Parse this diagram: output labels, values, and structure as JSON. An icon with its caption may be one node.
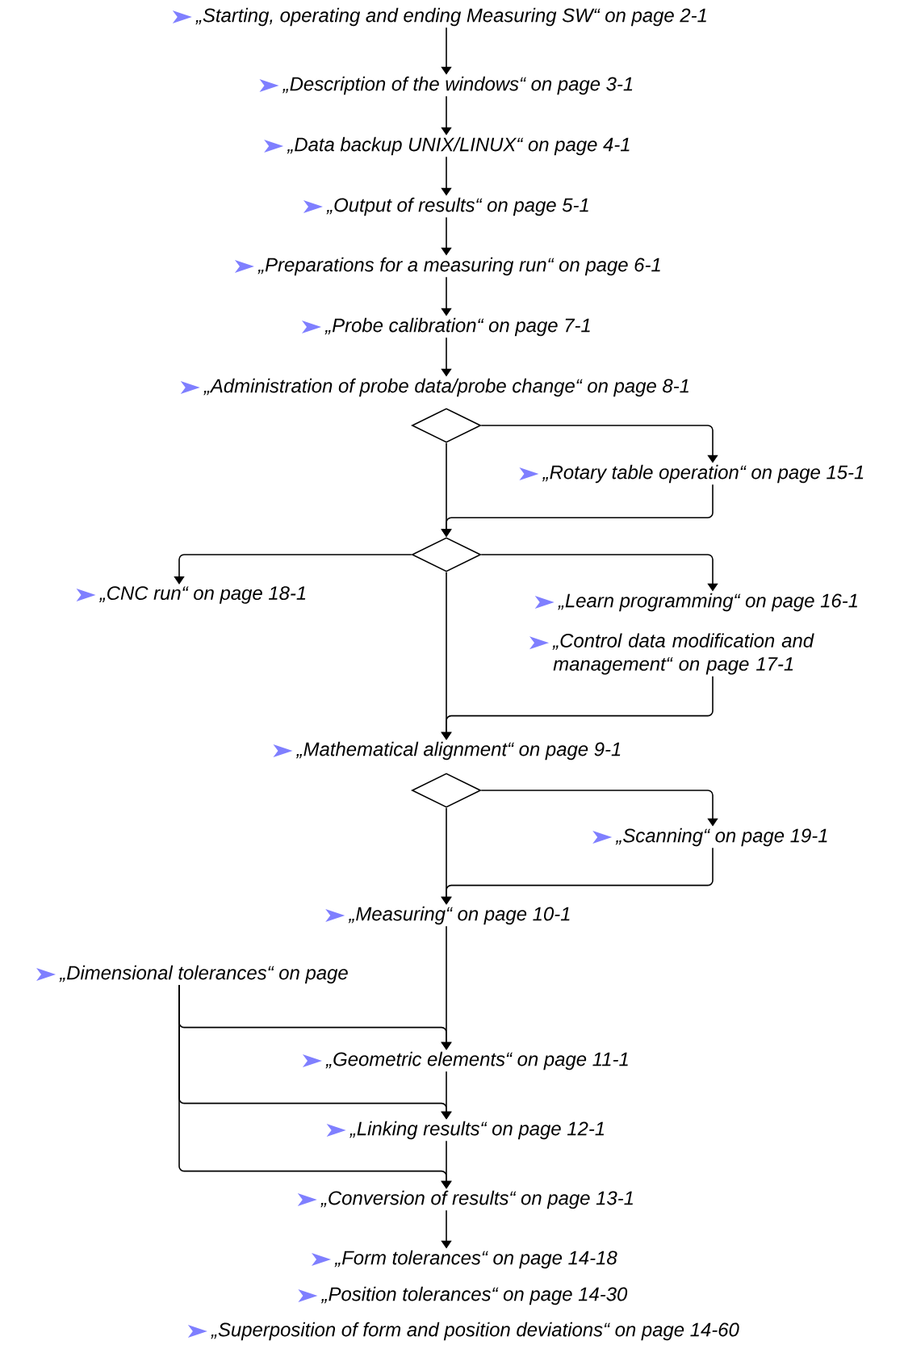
{
  "diagram": {
    "nodes": [
      {
        "text": [
          "„Starting, operating and ending Measuring SW“ on page 2-1"
        ]
      },
      {
        "text": [
          "„Description of the windows“ on page 3-1"
        ]
      },
      {
        "text": [
          "„Data backup UNIX/LINUX“ on page 4-1"
        ]
      },
      {
        "text": [
          "„Output of results“ on page 5-1"
        ]
      },
      {
        "text": [
          "„Preparations for a measuring run“ on page 6-1"
        ]
      },
      {
        "text": [
          "„Probe calibration“ on page 7-1"
        ]
      },
      {
        "text": [
          "„Administration of probe data/probe change“ on page 8-1"
        ]
      },
      {
        "text": [],
        "shape": "diamond"
      },
      {
        "text": [
          "„Rotary table operation“ on page 15-1"
        ]
      },
      {
        "text": [],
        "shape": "diamond"
      },
      {
        "text": [
          "„CNC run“ on page 18-1"
        ]
      },
      {
        "text": [
          "„Learn programming“ on page 16-1"
        ]
      },
      {
        "text": [
          "„Control data modification and management“ on page 17-1"
        ]
      },
      {
        "text": [
          "„Mathematical alignment“ on page 9-1"
        ]
      },
      {
        "text": [],
        "shape": "diamond"
      },
      {
        "text": [
          "„Scanning“ on page 19-1"
        ]
      },
      {
        "text": [
          "„Measuring“ on page 10-1"
        ]
      },
      {
        "text": [
          "„Dimensional tolerances“ on page"
        ]
      },
      {
        "text": [
          "„Geometric elements“ on page 11-1"
        ]
      },
      {
        "text": [
          "„Linking results“ on page 12-1"
        ]
      },
      {
        "text": [
          "„Conversion of results“ on page 13-1"
        ]
      },
      {
        "text": [
          "„Form tolerances“ on page 14-18"
        ]
      },
      {
        "text": [
          "„Position tolerances“ on page 14-30"
        ]
      },
      {
        "text": [
          "„Superposition of form and position deviations“ on page 14-60"
        ]
      }
    ],
    "edges": [
      {
        "from": 0,
        "to": 1,
        "arrow": "to"
      },
      {
        "from": 1,
        "to": 2,
        "arrow": "to"
      },
      {
        "from": 2,
        "to": 3,
        "arrow": "to"
      },
      {
        "from": 3,
        "to": 4,
        "arrow": "to"
      },
      {
        "from": 4,
        "to": 5,
        "arrow": "to"
      },
      {
        "from": 5,
        "to": 6,
        "arrow": "to"
      },
      {
        "from": 7,
        "to": 8,
        "arrow": "to"
      },
      {
        "from": 7,
        "to": 9,
        "arrow": "to"
      },
      {
        "from": 8,
        "to": 9,
        "arrow": "to"
      },
      {
        "from": 9,
        "to": 10,
        "arrow": "to"
      },
      {
        "from": 9,
        "to": 11,
        "arrow": "to"
      },
      {
        "from": 9,
        "to": 13,
        "arrow": "to"
      },
      {
        "from": 12,
        "to": 13,
        "arrow": "to"
      },
      {
        "from": 14,
        "to": 15,
        "arrow": "to"
      },
      {
        "from": 14,
        "to": 16,
        "arrow": "to"
      },
      {
        "from": 15,
        "to": 16,
        "arrow": "to"
      },
      {
        "from": 16,
        "to": 18,
        "arrow": "to"
      },
      {
        "from": 17,
        "to": 18,
        "arrow": "to"
      },
      {
        "from": 18,
        "to": 19,
        "arrow": "to"
      },
      {
        "from": 17,
        "to": 19,
        "arrow": "to"
      },
      {
        "from": 19,
        "to": 20,
        "arrow": "to"
      },
      {
        "from": 17,
        "to": 20,
        "arrow": "to"
      },
      {
        "from": 20,
        "to": 21,
        "arrow": "to"
      }
    ]
  }
}
